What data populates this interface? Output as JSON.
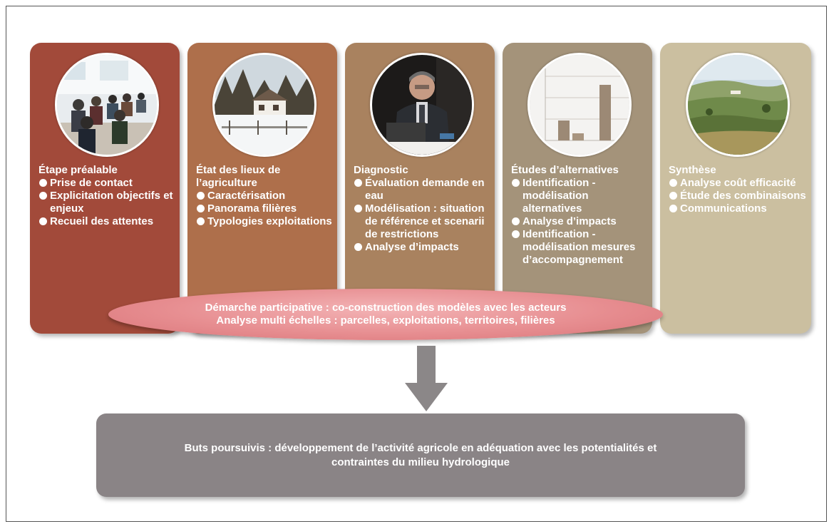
{
  "cards": [
    {
      "title": "Étape préalable",
      "color": "#a24a3a",
      "photo": "meeting-audience",
      "items": [
        "Prise de contact",
        "Explicitation objectifs et enjeux",
        "Recueil des attentes"
      ]
    },
    {
      "title": "État des lieux de l’agriculture",
      "color": "#ae6f4b",
      "photo": "snowy-farm",
      "items": [
        "Caractérisation",
        "Panorama filières",
        "Typologies exploitations"
      ]
    },
    {
      "title": "Diagnostic",
      "color": "#a9825f",
      "photo": "presenter-laptop",
      "items": [
        "Évaluation demande en eau",
        "Modélisation : situation de référence et scenarii de restrictions",
        "Analyse d’impacts"
      ]
    },
    {
      "title": "Études d’alternatives",
      "color": "#a4937a",
      "photo": "bar-chart",
      "items": [
        "Identification - modélisation alternatives",
        "Analyse d’impacts",
        "Identification - modélisation mesures d’accompagnement"
      ]
    },
    {
      "title": "Synthèse",
      "color": "#cbbfa0",
      "photo": "landscape-fields",
      "items": [
        "Analyse coût efficacité",
        "Étude des combinaisons",
        "Communications"
      ]
    }
  ],
  "ellipse": {
    "line1": "Démarche participative : co-construction des modèles avec les acteurs",
    "line2": "Analyse multi échelles : parcelles, exploitations, territoires, filières"
  },
  "arrow_icon": "down-arrow-icon",
  "goal": {
    "line1": "Buts poursuivis : développement de l’activité agricole en adéquation avec les potentialités et",
    "line2": "contraintes du milieu hydrologique"
  }
}
